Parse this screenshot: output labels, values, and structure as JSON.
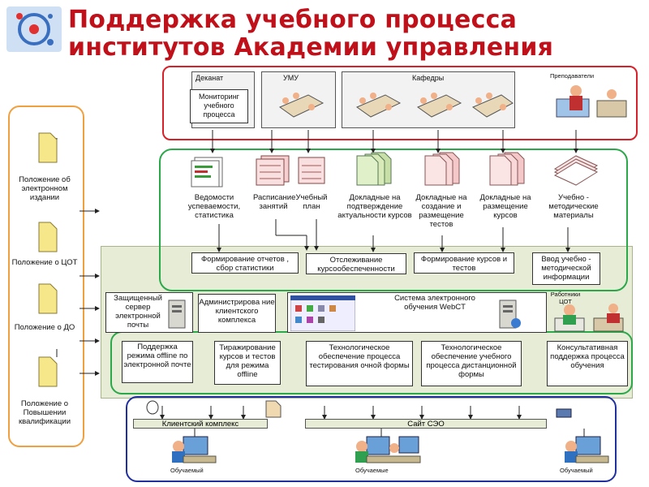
{
  "title": {
    "line1": "Поддержка учебного процесса",
    "line2": "институтов Академии управления"
  },
  "top": {
    "dekanat": "Деканат",
    "monitoring": "Мониторинг учебного процесса",
    "umu": "УМУ",
    "kafedry": "Кафедры",
    "prepodavateli": "Преподаватели"
  },
  "docs": {
    "vedomosti": "Ведомости успеваемости, статистика",
    "raspisanie": "Расписание занятий",
    "plan": "Учебный план",
    "doklad_aktual": "Докладные на подтверждение актуальности курсов",
    "doklad_testy": "Докладные на создание и размещение тестов",
    "doklad_kursy": "Докладные на размещение курсов",
    "metod": "Учебно - методические материалы"
  },
  "functions": {
    "otchety": "Формирование отчетов , сбор статистики",
    "otslezh": "Отслеживание курсообеспеченности",
    "kursy_testy": "Формирование курсов и тестов",
    "vvod": "Ввод учебно - методической информации"
  },
  "server": {
    "secure": "Защищенный сервер электронной почты",
    "admin": "Администрирова ние клиентского комплекса",
    "webct": "Система электронного обучения WebCT",
    "workers": "Работники ЦОТ"
  },
  "support": {
    "offline": "Поддержка режима offline по электронной почте",
    "tirazh": "Тиражирование курсов и тестов для режима offline",
    "tech_test": "Технологическое обеспечение процесса тестирования очной формы",
    "tech_dist": "Технологическое обеспечение учебного процесса дистанционной формы",
    "consult": "Консультативная поддержка процесса обучения"
  },
  "left": {
    "ed": "Положение об электронном издании",
    "cot": "Положение о ЦОТ",
    "do": "Положение о ДО",
    "pk": "Положение о Повышении квалификации"
  },
  "bottom": {
    "client": "Клиентский комплекс",
    "site": "Сайт СЭО",
    "student1": "Обучаемый",
    "student2": "Обучаемые",
    "student3": "Обучаемый"
  },
  "colors": {
    "title": "#c0101a",
    "red_region": "#d8202a",
    "green_region": "#2aa84a",
    "orange_region": "#f0a040",
    "blue_region": "#2030a0",
    "panel": "#e6ecd6"
  }
}
